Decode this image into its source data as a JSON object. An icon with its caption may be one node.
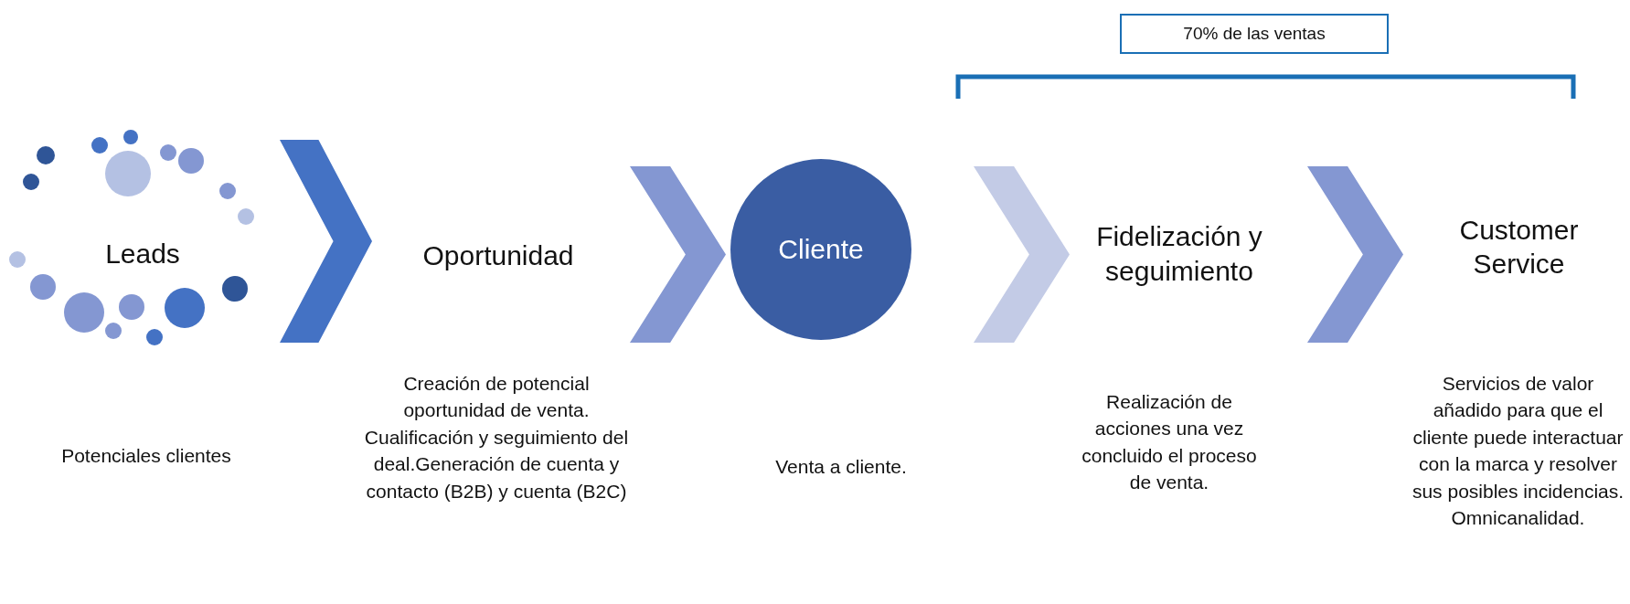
{
  "diagram": {
    "nodes": [
      {
        "text": [
          "Leads"
        ]
      },
      {
        "text": [
          "Oportunidad"
        ]
      },
      {
        "text": [
          "Cliente"
        ]
      },
      {
        "text": [
          "Fidelización y seguimiento"
        ]
      },
      {
        "text": [
          "Customer Service"
        ]
      },
      {
        "text": [
          "70% de las ventas"
        ]
      }
    ],
    "labels": [
      "Potenciales clientes",
      "Creación de potencial oportunidad de venta. Cualificación y seguimiento del deal.Generación de cuenta y contacto (B2B) y cuenta (B2C)",
      "Venta a cliente.",
      "Realización de acciones una vez concluido el proceso de venta.",
      "Servicios de valor añadido para que el cliente puede interactuar con la marca y resolver sus posibles incidencias. Omnicanalidad."
    ],
    "edges": [
      {
        "from": 0,
        "to": 1,
        "arrow": "to",
        "color": "#4472c4"
      },
      {
        "from": 1,
        "to": 2,
        "arrow": "to",
        "color": "#8497d2"
      },
      {
        "from": 2,
        "to": 3,
        "arrow": "to",
        "color": "#c3cbe6"
      },
      {
        "from": 3,
        "to": 4,
        "arrow": "to",
        "color": "#8497d2"
      }
    ]
  }
}
